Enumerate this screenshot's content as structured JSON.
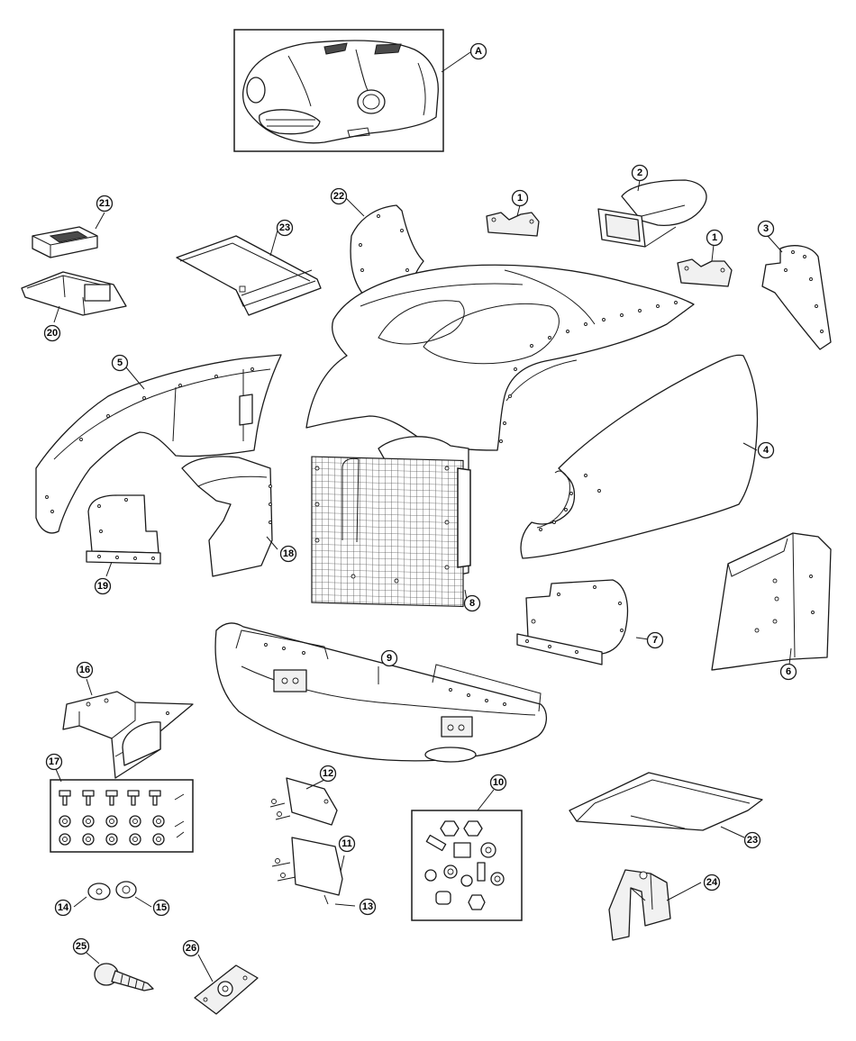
{
  "diagram": {
    "background": "#ffffff",
    "line_color": "#1a1a1a",
    "callouts": {
      "A": "A",
      "c1a": "1",
      "c1b": "1",
      "c2": "2",
      "c3": "3",
      "c4": "4",
      "c5": "5",
      "c6": "6",
      "c7": "7",
      "c8": "8",
      "c9": "9",
      "c10": "10",
      "c11": "11",
      "c12": "12",
      "c13": "13",
      "c14": "14",
      "c15": "15",
      "c16": "16",
      "c17": "17",
      "c18": "18",
      "c19": "19",
      "c20": "20",
      "c21": "21",
      "c22": "22",
      "c23a": "23",
      "c23b": "23",
      "c24": "24",
      "c25": "25",
      "c26": "26"
    }
  }
}
